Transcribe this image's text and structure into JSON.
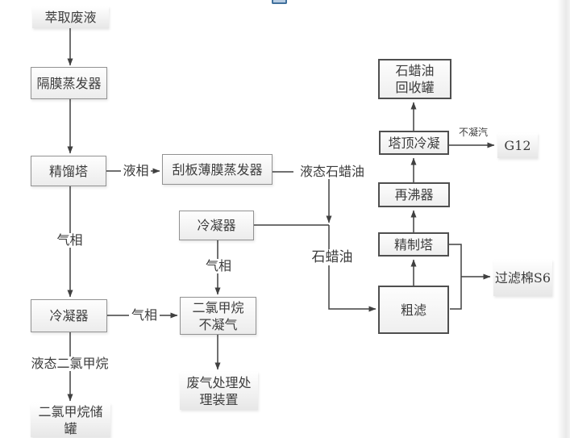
{
  "diagram": {
    "kind": "process-flow-diagram",
    "language": "zh-CN"
  },
  "nodes": {
    "extract_waste": {
      "label": "萃取废液"
    },
    "diaphragm_evaporator": {
      "label": "隔膜蒸发器"
    },
    "distillation_tower": {
      "label": "精馏塔"
    },
    "condenser_left": {
      "label": "冷凝器"
    },
    "dcm_storage_tank": {
      "label": "二氯甲烷储\n罐"
    },
    "scraper_film_evaporator": {
      "label": "刮板薄膜蒸发器"
    },
    "condenser_mid": {
      "label": "冷凝器"
    },
    "dcm_noncondensable_gas": {
      "label": "二氯甲烷\n不凝气"
    },
    "waste_gas_unit": {
      "label": "废气处理处\n理装置"
    },
    "paraffin_recovery_tank": {
      "label": "石蜡油\n回收罐"
    },
    "tower_top_condense": {
      "label": "塔顶冷凝"
    },
    "g12": {
      "label": "G12"
    },
    "reboiler": {
      "label": "再沸器"
    },
    "refining_tower": {
      "label": "精制塔"
    },
    "coarse_filter": {
      "label": "粗滤"
    },
    "filter_cotton_s6": {
      "label": "过滤棉S6"
    }
  },
  "edges": {
    "liquid_phase": "液相",
    "gas_phase_left_vert": "气相",
    "gas_phase_left_horiz": "气相",
    "gas_phase_mid": "气相",
    "liquid_paraffin_oil": "液态石蜡油",
    "paraffin_oil": "石蜡油",
    "liquid_dcm": "液态二氯甲烷",
    "non_condensable_vapor": "不凝汽"
  },
  "colors": {
    "line": "#404040",
    "box_border_light": "#929292",
    "box_border_dark": "#4f4f4f",
    "box_fill_top": "#ffffff",
    "box_fill_bottom": "#ececec",
    "handle_fill": "#b7cce2",
    "handle_border": "#41719c"
  }
}
